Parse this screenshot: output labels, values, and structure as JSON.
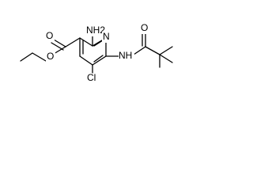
{
  "molecule": {
    "atoms": {
      "amino": "NH2",
      "ring_nitrogen": "N",
      "amide_nh": "NH",
      "amide_oxygen": "O",
      "ester_carbonyl_oxygen": "O",
      "ester_ether_oxygen": "O",
      "chloro": "Cl"
    }
  }
}
